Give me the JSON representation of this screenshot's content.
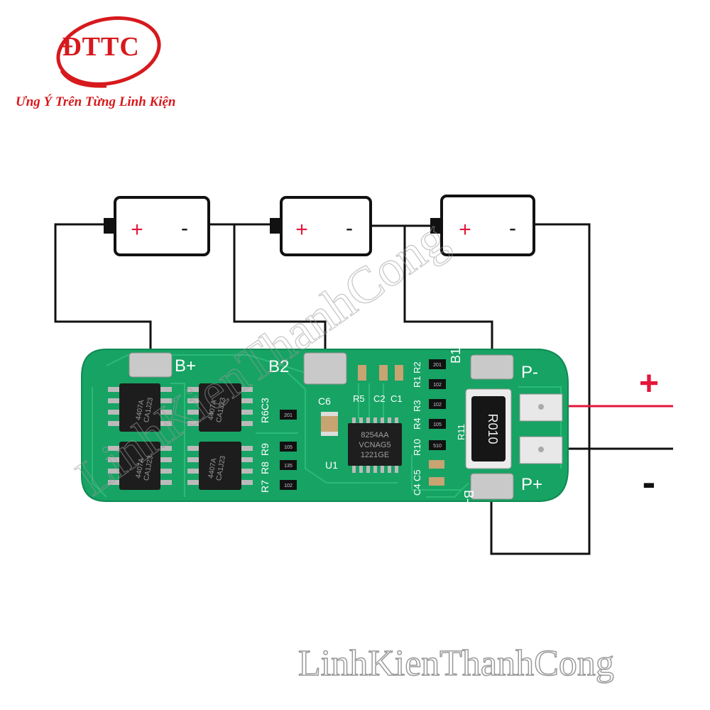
{
  "brand": {
    "logo_text": "ĐTTC",
    "slogan": "Ưng Ý Trên Từng Linh Kiện"
  },
  "batteries": [
    {
      "plus": "+",
      "minus": "-"
    },
    {
      "plus": "+",
      "minus": "-"
    },
    {
      "plus": "+",
      "minus": "-"
    }
  ],
  "board": {
    "pad_labels": {
      "b_plus": "B+",
      "b2": "B2",
      "p_minus": "P-",
      "p_plus": "P+",
      "b_minus": "B-",
      "b1": "B1"
    },
    "mosfets": [
      {
        "line1": "4407A",
        "line2": "CA1J23"
      },
      {
        "line1": "4407A",
        "line2": "CA1J23"
      },
      {
        "line1": "4407A",
        "line2": "CA1J23"
      },
      {
        "line1": "4407A",
        "line2": "CA1J23"
      }
    ],
    "ic": {
      "line1": "8254AA",
      "line2": "VCNAG5",
      "line3": "1221GE"
    },
    "shunt": "R010",
    "silkscreen": [
      "R6C3",
      "R9",
      "R8",
      "R7",
      "C6",
      "U1",
      "R5",
      "C2",
      "C1",
      "R2",
      "R1",
      "R3",
      "R4",
      "R10",
      "R11",
      "C5",
      "C4"
    ],
    "resistor_codes": [
      "201",
      "105",
      "135",
      "102",
      "201",
      "102",
      "102",
      "510",
      "105"
    ]
  },
  "output": {
    "plus_sign": "+",
    "minus_sign": "-"
  },
  "watermarks": {
    "bottom": "LinhKienThanhCong",
    "diagonal": "LinhKienThanhCong"
  },
  "colors": {
    "pcb": "#17a364",
    "pcb_edge": "#0f8a52",
    "trace": "#2ebd7a",
    "pad": "#c9c9c9",
    "brand_red": "#d7191d",
    "wire": "#111111",
    "red_wire": "#e3163c"
  }
}
